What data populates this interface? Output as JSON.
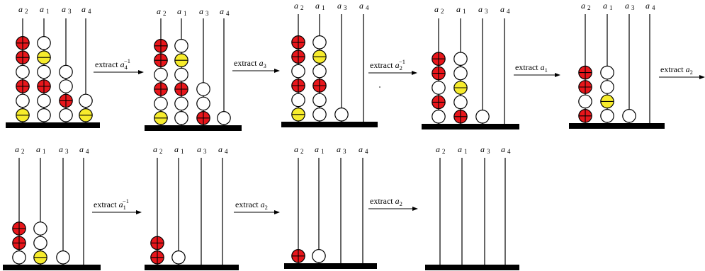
{
  "colors": {
    "red": "#e8161b",
    "yellow": "#f7ec2c",
    "white": "#ffffff",
    "ink": "#000000"
  },
  "rods": [
    {
      "base": "a",
      "sub": "2"
    },
    {
      "base": "a",
      "sub": "1"
    },
    {
      "base": "a",
      "sub": "3"
    },
    {
      "base": "a",
      "sub": "4"
    }
  ],
  "steps": [
    {
      "base": "extract a",
      "sub": "4",
      "sup": "−1"
    },
    {
      "base": "extract a",
      "sub": "3",
      "sup": ""
    },
    {
      "base": "extract a",
      "sub": "2",
      "sup": "−1"
    },
    {
      "base": "extract a",
      "sub": "1",
      "sup": ""
    },
    {
      "base": "extract a",
      "sub": "2",
      "sup": ""
    },
    {
      "base": "extract a",
      "sub": "1",
      "sup": "−1"
    },
    {
      "base": "extract a",
      "sub": "2",
      "sup": ""
    },
    {
      "base": "extract a",
      "sub": "2",
      "sup": ""
    }
  ],
  "abaci": [
    {
      "rods": [
        [
          "Y",
          "W",
          "R",
          "W",
          "R",
          "R"
        ],
        [
          "W",
          "W",
          "R",
          "W",
          "Y",
          "W"
        ],
        [
          "W",
          "R",
          "W",
          "W"
        ],
        [
          "Y",
          "W"
        ]
      ]
    },
    {
      "rods": [
        [
          "Y",
          "W",
          "R",
          "W",
          "R",
          "R"
        ],
        [
          "W",
          "W",
          "R",
          "W",
          "Y",
          "W"
        ],
        [
          "R",
          "W",
          "W"
        ],
        [
          "W"
        ]
      ]
    },
    {
      "rods": [
        [
          "Y",
          "W",
          "R",
          "W",
          "R",
          "R"
        ],
        [
          "W",
          "W",
          "R",
          "W",
          "Y",
          "W"
        ],
        [
          "W"
        ],
        []
      ]
    },
    {
      "rods": [
        [
          "W",
          "R",
          "W",
          "R",
          "R"
        ],
        [
          "R",
          "W",
          "Y",
          "W",
          "W"
        ],
        [
          "W"
        ],
        []
      ]
    },
    {
      "rods": [
        [
          "R",
          "W",
          "R",
          "R"
        ],
        [
          "W",
          "Y",
          "W",
          "W"
        ],
        [
          "W"
        ],
        []
      ]
    },
    {
      "rods": [
        [
          "W",
          "R",
          "R"
        ],
        [
          "Y",
          "W",
          "W"
        ],
        [
          "W"
        ],
        []
      ]
    },
    {
      "rods": [
        [
          "R",
          "R"
        ],
        [
          "W"
        ],
        [],
        []
      ]
    },
    {
      "rods": [
        [
          "R"
        ],
        [
          "W"
        ],
        [],
        []
      ]
    },
    {
      "rods": [
        [],
        [],
        [],
        []
      ]
    }
  ]
}
